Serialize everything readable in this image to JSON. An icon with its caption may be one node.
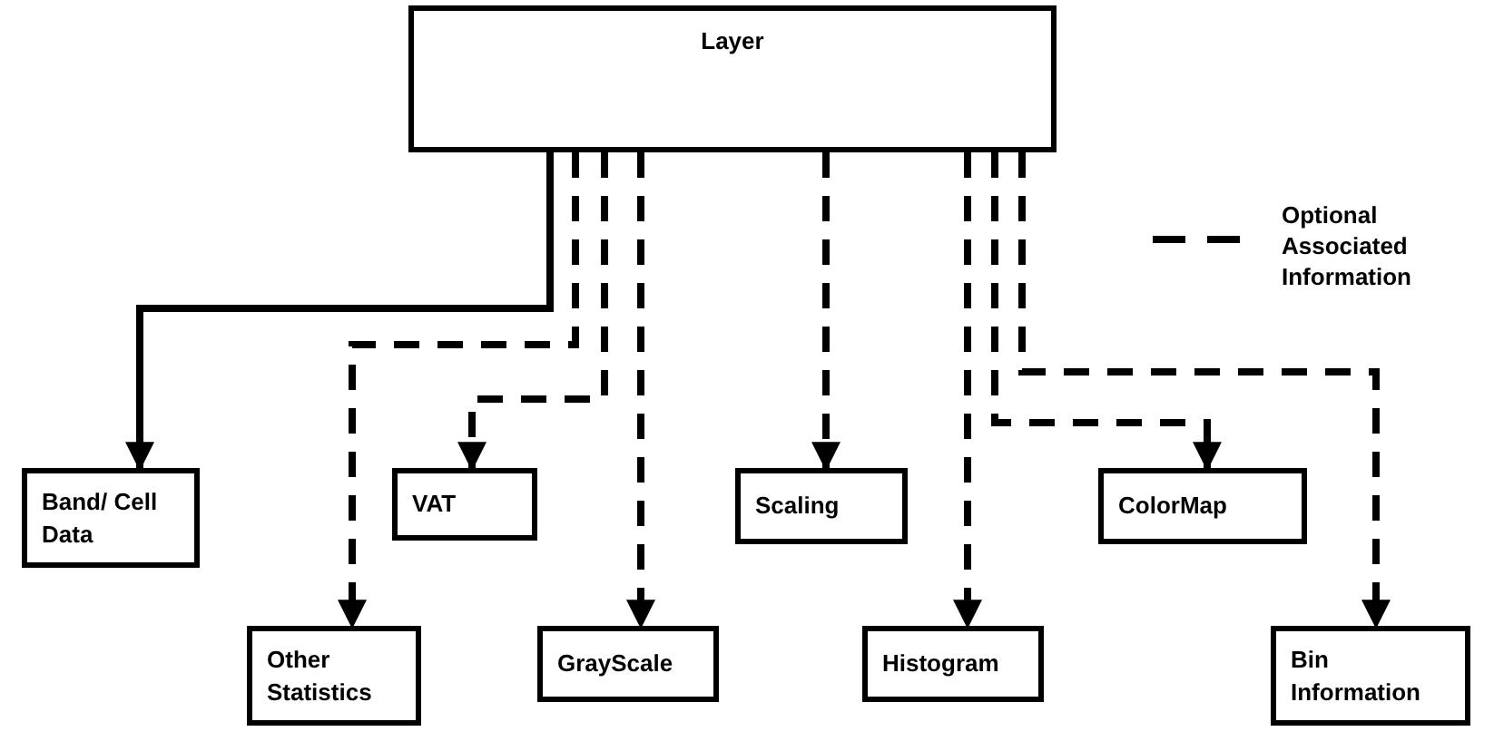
{
  "diagram": {
    "nodes": [
      {
        "text": [
          "Layer"
        ]
      },
      {
        "text": [
          "Band/ Cell Data"
        ]
      },
      {
        "text": [
          "VAT"
        ]
      },
      {
        "text": [
          "Scaling"
        ]
      },
      {
        "text": [
          "ColorMap"
        ]
      },
      {
        "text": [
          "Other Statistics"
        ]
      },
      {
        "text": [
          "GrayScale"
        ]
      },
      {
        "text": [
          "Histogram"
        ]
      },
      {
        "text": [
          "Bin Information"
        ]
      }
    ],
    "edges": [
      {
        "from": 0,
        "to": 1,
        "arrow": "to"
      },
      {
        "from": 0,
        "to": 5,
        "arrow": "to",
        "style": "dashed"
      },
      {
        "from": 0,
        "to": 2,
        "arrow": "to",
        "style": "dashed"
      },
      {
        "from": 0,
        "to": 6,
        "arrow": "to",
        "style": "dashed"
      },
      {
        "from": 0,
        "to": 3,
        "arrow": "to",
        "style": "dashed"
      },
      {
        "from": 0,
        "to": 7,
        "arrow": "to",
        "style": "dashed"
      },
      {
        "from": 0,
        "to": 4,
        "arrow": "to",
        "style": "dashed"
      },
      {
        "from": 0,
        "to": 8,
        "arrow": "to",
        "style": "dashed"
      }
    ],
    "legend": [
      {
        "text": "Optional Associated Information"
      }
    ]
  }
}
